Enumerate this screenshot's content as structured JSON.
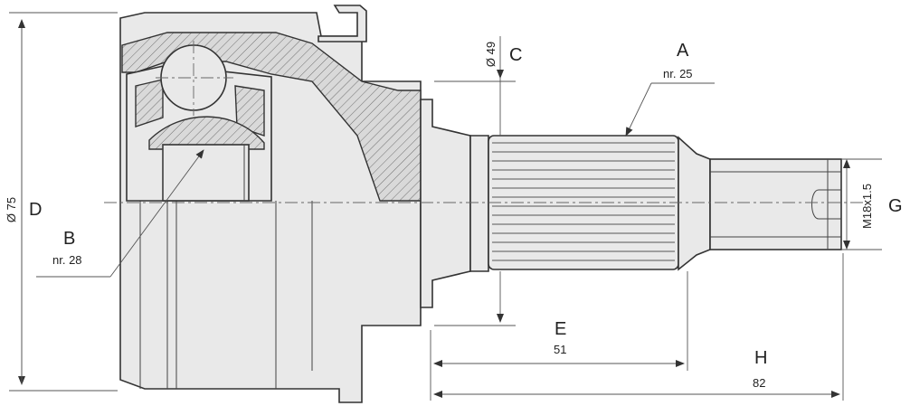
{
  "labels": {
    "A": "A",
    "A_note": "nr. 25",
    "B": "B",
    "B_note": "nr. 28",
    "C": "C",
    "C_value": "Ø 49",
    "D": "D",
    "D_value": "Ø 75",
    "E": "E",
    "E_value": "51",
    "G": "G",
    "G_value": "M18x1.5",
    "H": "H",
    "H_value": "82"
  },
  "colors": {
    "line": "#333333",
    "fill": "#e9e9e9",
    "background": "#ffffff"
  }
}
